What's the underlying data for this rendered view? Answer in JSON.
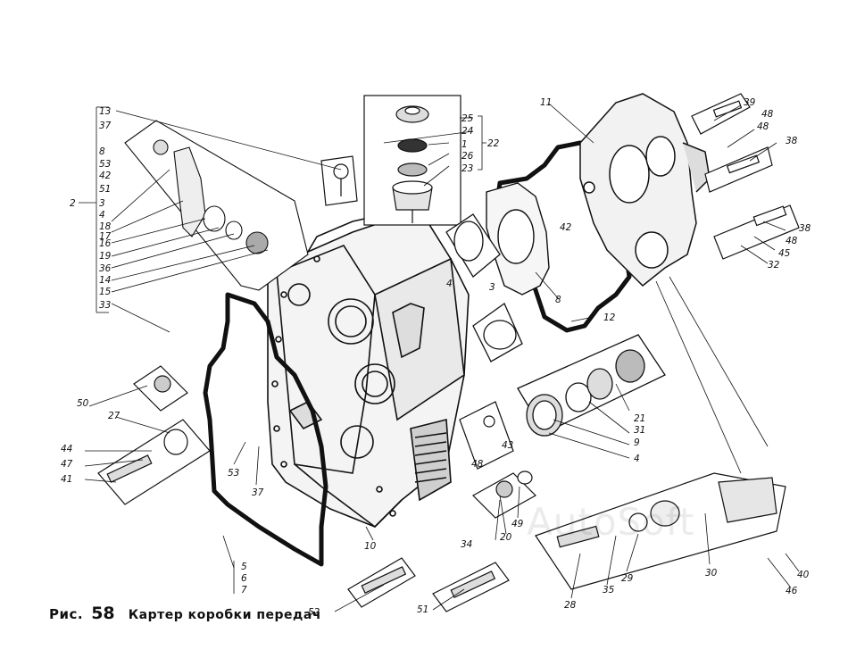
{
  "caption": {
    "prefix": "Рис.",
    "number": "58",
    "title": "Картер коробки передач"
  },
  "watermark": "AutoSoft",
  "bracket_labels": [
    "13",
    "37",
    "8",
    "53",
    "42",
    "51",
    "3",
    "4",
    "18",
    "17",
    "16",
    "19",
    "36",
    "14",
    "15",
    "33"
  ],
  "bracket_group_label": "2",
  "labels": [
    "13",
    "37",
    "8",
    "53",
    "42",
    "51",
    "2",
    "3",
    "4",
    "18",
    "17",
    "16",
    "19",
    "36",
    "14",
    "15",
    "33",
    "25",
    "24",
    "1",
    "26",
    "23",
    "22",
    "11",
    "39",
    "48",
    "48",
    "38",
    "38",
    "48",
    "45",
    "32",
    "42",
    "4",
    "3",
    "8",
    "12",
    "21",
    "31",
    "9",
    "4",
    "43",
    "48",
    "50",
    "27",
    "44",
    "47",
    "41",
    "53",
    "37",
    "5",
    "6",
    "7",
    "10",
    "34",
    "20",
    "49",
    "52",
    "51",
    "28",
    "35",
    "29",
    "30",
    "46",
    "40"
  ]
}
